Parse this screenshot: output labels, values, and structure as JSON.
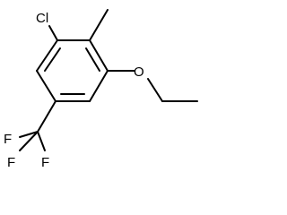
{
  "structure": {
    "atoms": {
      "chlorine": "Cl",
      "oxygen": "O",
      "fluorine_1": "F",
      "fluorine_2": "F",
      "fluorine_3": "F"
    },
    "substituents": [
      "chloro",
      "methyl",
      "ethoxy",
      "trifluoromethyl"
    ],
    "ring": "benzene",
    "line_color": "#000000"
  }
}
